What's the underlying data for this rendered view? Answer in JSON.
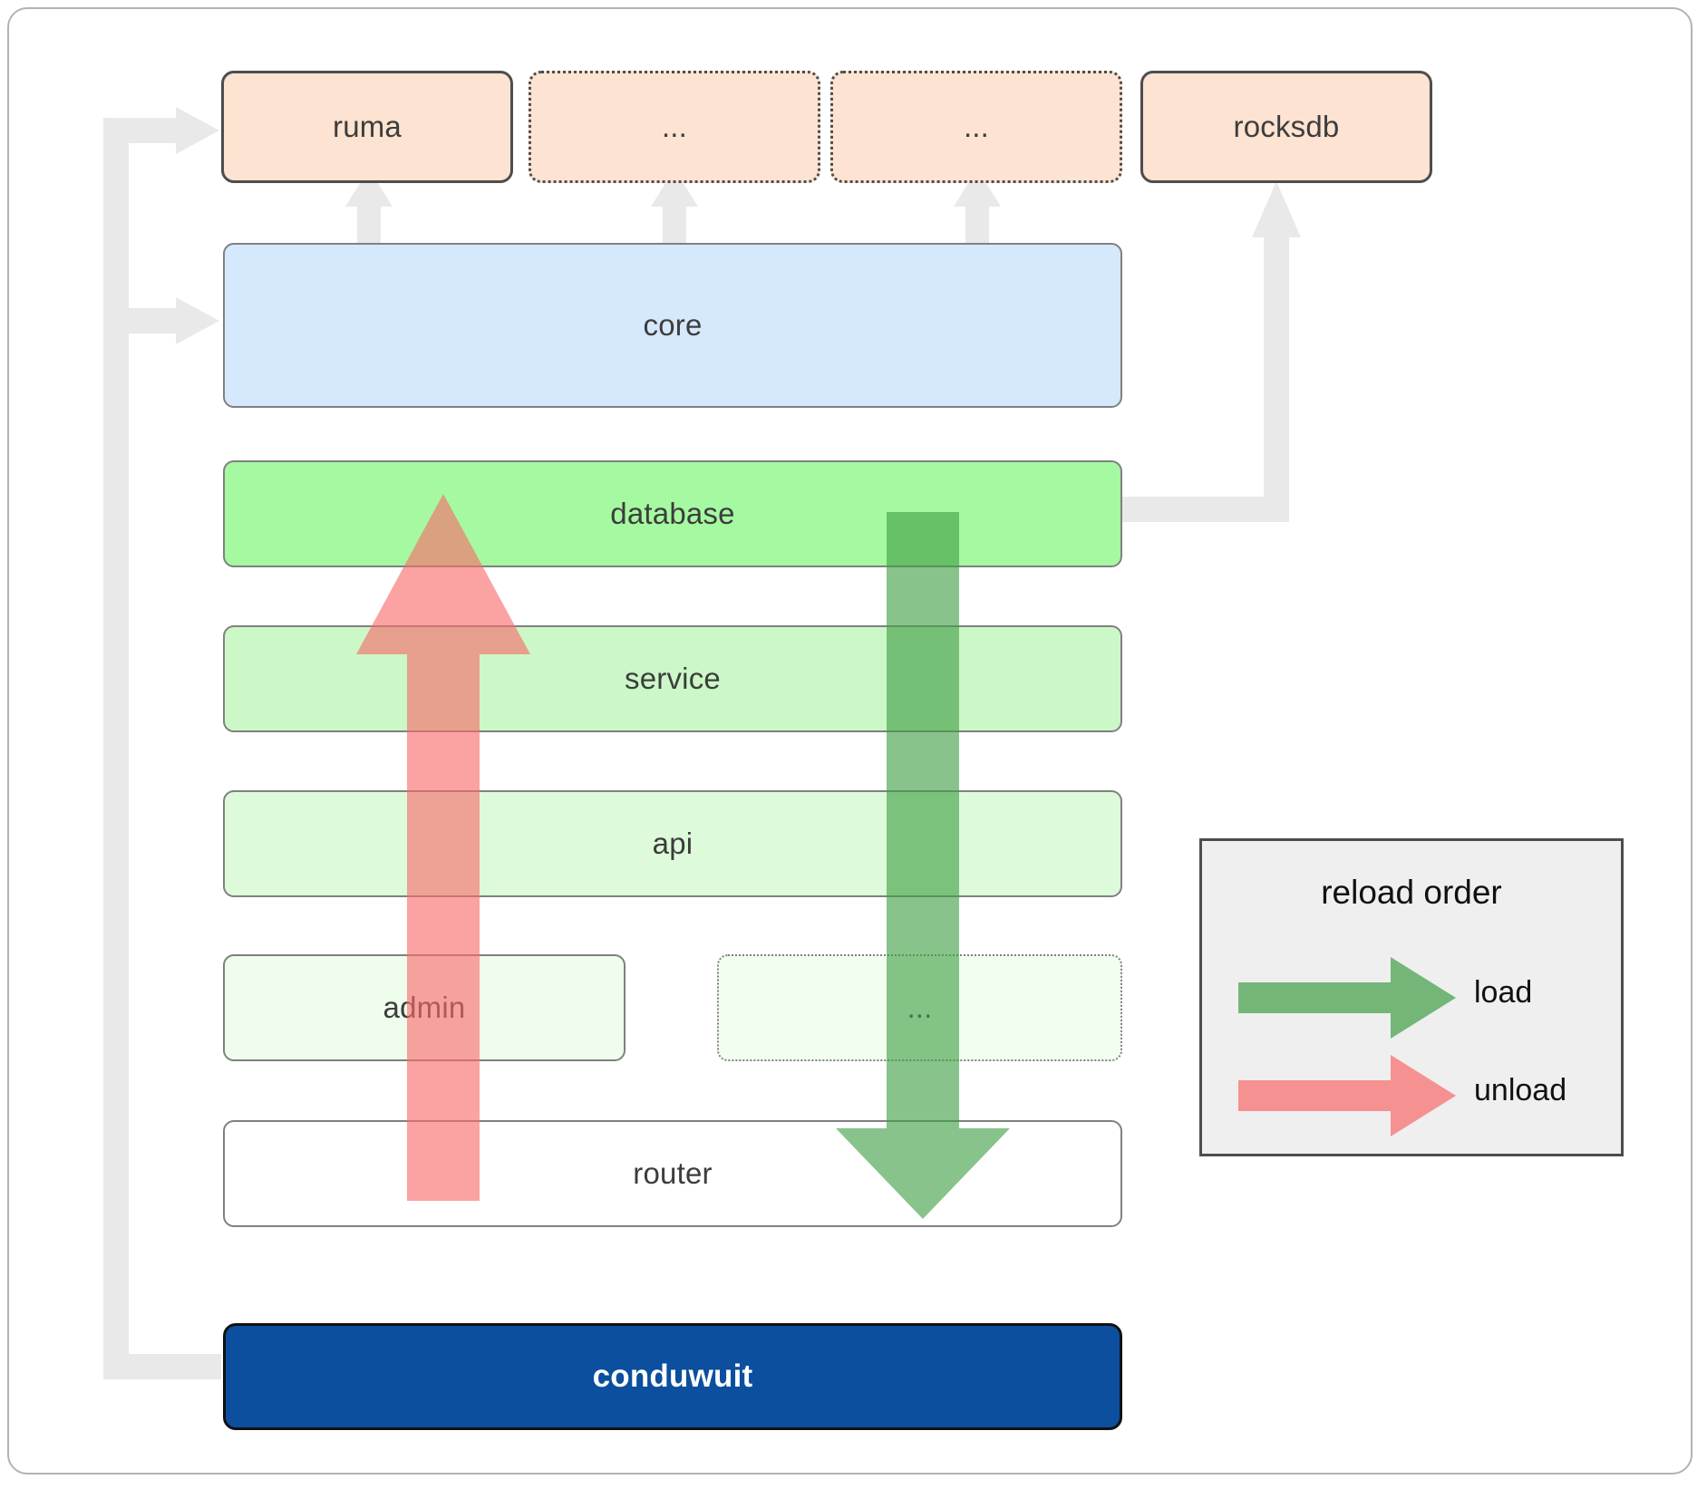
{
  "diagram": {
    "title": "conduwuit module layer / reload order diagram",
    "colors": {
      "dependency_fill": "#fde3d1",
      "dependency_stroke": "#4d4d4d",
      "core_fill": "#d6e8fb",
      "database_fill": "#a5f9a0",
      "service_fill": "#ccf8c8",
      "api_fill": "#ddfbda",
      "admin_fill": "#eefdec",
      "router_fill": "#ffffff",
      "root_fill": "#0b4f9e",
      "root_text": "#ffffff",
      "wire": "#e8e8e8",
      "load_arrow": "#5aa85f",
      "unload_arrow": "#f98080",
      "legend_bg": "#efefef",
      "legend_border": "#4d4d4d",
      "frame_border": "#b3b3b3"
    },
    "dependencies": [
      {
        "id": "ruma",
        "label": "ruma",
        "style": "solid"
      },
      {
        "id": "dep-2",
        "label": "...",
        "style": "dotted"
      },
      {
        "id": "dep-3",
        "label": "...",
        "style": "dotted"
      },
      {
        "id": "rocksdb",
        "label": "rocksdb",
        "style": "solid"
      }
    ],
    "layers": [
      {
        "id": "core",
        "label": "core",
        "style": "solid"
      },
      {
        "id": "database",
        "label": "database",
        "style": "solid"
      },
      {
        "id": "service",
        "label": "service",
        "style": "solid"
      },
      {
        "id": "api",
        "label": "api",
        "style": "solid"
      },
      {
        "id": "admin",
        "label": "admin",
        "style": "solid"
      },
      {
        "id": "layer-x",
        "label": "...",
        "style": "dotted"
      },
      {
        "id": "router",
        "label": "router",
        "style": "solid"
      }
    ],
    "root": {
      "id": "conduwuit",
      "label": "conduwuit"
    },
    "legend": {
      "title": "reload order",
      "entries": [
        {
          "id": "load",
          "label": "load",
          "color": "#5aa85f"
        },
        {
          "id": "unload",
          "label": "unload",
          "color": "#f98080"
        }
      ]
    }
  }
}
